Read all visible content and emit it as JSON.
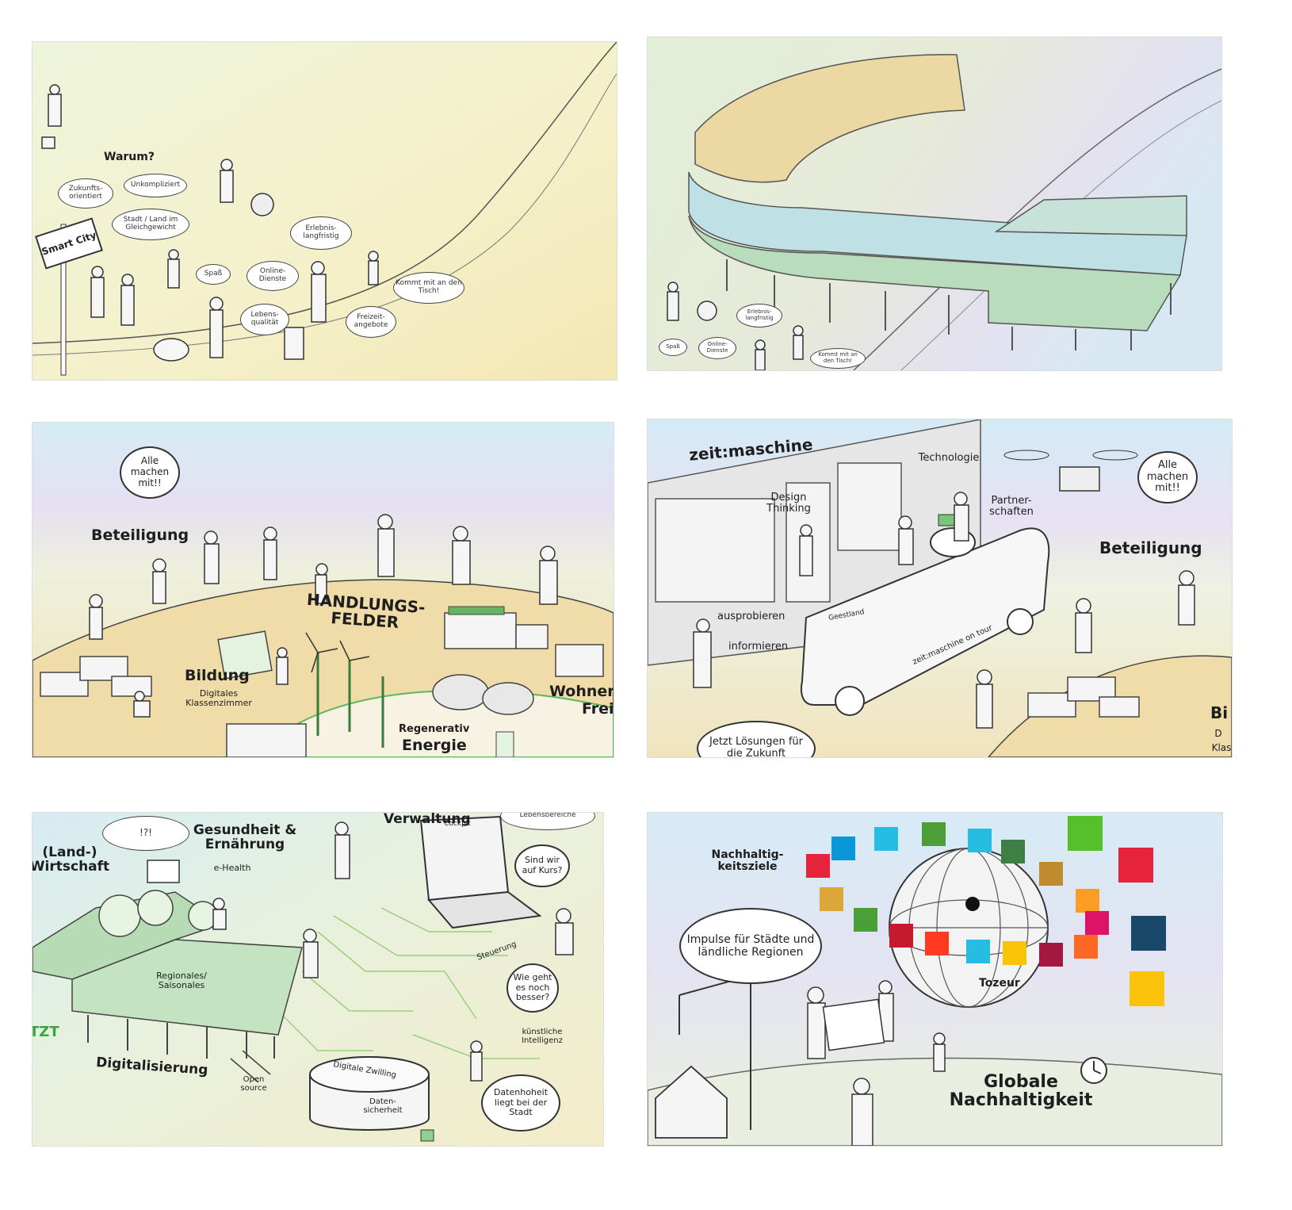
{
  "panel1": {
    "title": "Warum?",
    "sign": "Smart City",
    "clouds": [
      "Zukunfts-orientiert",
      "Unkompliziert",
      "Stadt / Land im Gleichgewicht",
      "Erlebnis-langfristig",
      "Spaß",
      "Online-Dienste",
      "Lebens-qualität",
      "Freizeit-angebote",
      "Kommt mit an den Tisch!"
    ]
  },
  "panel2": {
    "clouds": [
      "Erlebnis-langfristig",
      "Spaß",
      "Online-Dienste",
      "Kommt mit an den Tisch!"
    ]
  },
  "panel3": {
    "bubble": "Alle machen mit!!",
    "beteiligung": "Beteiligung",
    "handlungsfelder": "HANDLUNGS-FELDER",
    "bildung": "Bildung",
    "klassenzimmer": "Digitales Klassenzimmer",
    "wohnen": "Wohner",
    "frei": "Frei",
    "regenerativ": "Regenerativ",
    "energie": "Energie"
  },
  "panel4": {
    "title": "zeit:maschine",
    "design": "Design Thinking",
    "technologie": "Technologie",
    "partner": "Partner-schaften",
    "bubble": "Alle machen mit!!",
    "beteiligung": "Beteiligung",
    "ausprobieren": "ausprobieren",
    "informieren": "informieren",
    "bus_sign": "Geestland",
    "bus_text": "zeit:maschine on tour",
    "loesungen": "Jetzt Lösungen für die Zukunft",
    "bi": "Bi",
    "d": "D",
    "klas": "Klas"
  },
  "panel5": {
    "landwirtschaft": "(Land-) Wirtschaft",
    "gesundheit": "Gesundheit & Ernährung",
    "ehealth": "e-Health",
    "verwaltung": "Verwaltung",
    "lebensbereiche": "Lebensbereiche",
    "cockpit": "Cockpit",
    "kurs": "Sind wir auf Kurs?",
    "steuerung": "Steuerung",
    "besser": "Wie geht es noch besser?",
    "ki": "künstliche Intelligenz",
    "regionales": "Regionales/ Saisonales",
    "jetzt": "TZT",
    "digitalisierung": "Digitalisierung",
    "opensource": "Open source",
    "zwilling": "Digitale Zwilling",
    "sicherheit": "Daten-sicherheit",
    "datenhoheit": "Datenhoheit liegt bei der Stadt",
    "exclaim": "!?!"
  },
  "panel6": {
    "nachhaltig": "Nachhaltig-keitsziele",
    "impulse": "Impulse für Städte und ländliche Regionen",
    "tozeur": "Tozeur",
    "globale": "Globale Nachhaltigkeit"
  },
  "sdg_colors": [
    "#e5243b",
    "#dda63a",
    "#4c9f38",
    "#c5192d",
    "#ff3a21",
    "#26bde2",
    "#fcc30b",
    "#a21942",
    "#fd6925",
    "#dd1367",
    "#fd9d24",
    "#bf8b2e",
    "#3f7e44",
    "#0a97d9",
    "#56c02b",
    "#00689d",
    "#19486a"
  ]
}
